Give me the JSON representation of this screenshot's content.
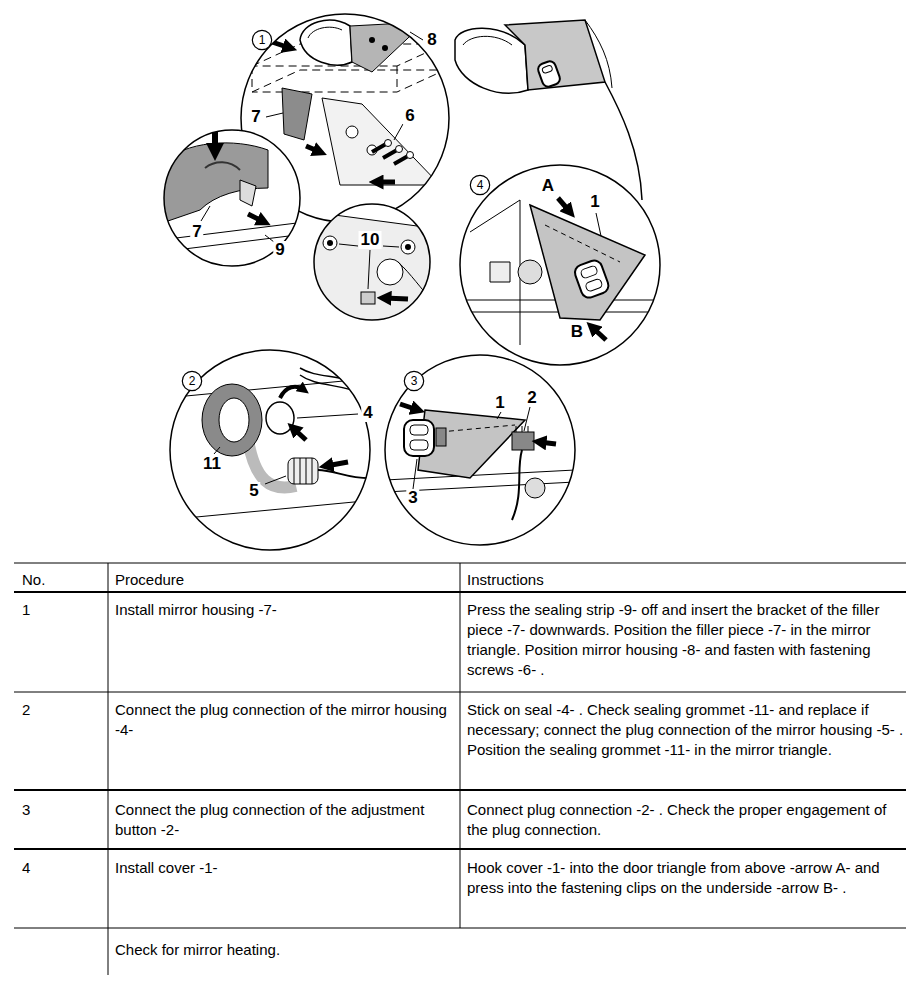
{
  "diagram": {
    "nodes": [
      {
        "text": [
          "1"
        ]
      },
      {
        "text": [
          "2"
        ]
      },
      {
        "text": [
          "3"
        ]
      },
      {
        "text": [
          "4"
        ]
      }
    ],
    "labels": [
      "8",
      "7",
      "6",
      "7",
      "9",
      "10",
      "A",
      "1",
      "B",
      "4",
      "11",
      "5",
      "1",
      "2",
      "3",
      "No.",
      "Procedure",
      "Instructions",
      "1",
      "Install mirror housing -7-",
      "Press the sealing strip -9- off and insert the bracket of the filler piece -7- downwards. Position the filler piece -7- in the mirror triangle. Position mirror housing -8- and fasten with fastening screws -6- .",
      "2",
      "Connect the plug connection of the mirror housing -4-",
      "Stick on seal -4- . Check sealing grommet -11- and replace if necessary; connect the plug connection of the mirror housing -5- . Position the sealing grommet -11- in the mirror triangle.",
      "3",
      "Connect the plug connection of the adjustment button -2-",
      "Connect plug connection -2- . Check the proper engagement of the plug connection.",
      "4",
      "Install cover -1-",
      "Hook cover -1- into the door triangle from above -arrow A- and press into the fastening clips on the underside -arrow B- .",
      "Check for mirror heating."
    ]
  }
}
